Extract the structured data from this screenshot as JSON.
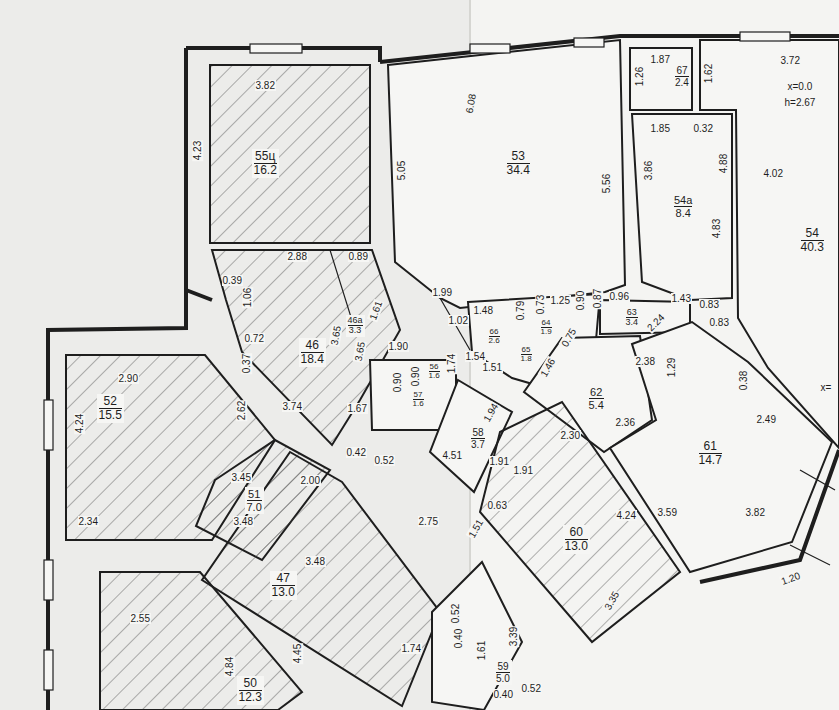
{
  "diagram": {
    "nodes": [
      {
        "text": [
          "55ц",
          "16.2"
        ]
      },
      {
        "text": [
          "53",
          "34.4"
        ]
      },
      {
        "text": [
          "67",
          "2.4"
        ]
      },
      {
        "text": [
          "54а",
          "8.4"
        ]
      },
      {
        "text": [
          "54",
          "40.3"
        ]
      },
      {
        "text": [
          "46а",
          "3.3"
        ]
      },
      {
        "text": [
          "46",
          "18.4"
        ]
      },
      {
        "text": [
          "56",
          "1.6"
        ]
      },
      {
        "text": [
          "57",
          "1.6"
        ]
      },
      {
        "text": [
          "66",
          "2.6"
        ]
      },
      {
        "text": [
          "64",
          "1.9"
        ]
      },
      {
        "text": [
          "65",
          "1.8"
        ]
      },
      {
        "text": [
          "63",
          "3.4"
        ]
      },
      {
        "text": [
          "62",
          "5.4"
        ]
      },
      {
        "text": [
          "58",
          "3.7"
        ]
      },
      {
        "text": [
          "61",
          "14.7"
        ]
      },
      {
        "text": [
          "60",
          "13.0"
        ]
      },
      {
        "text": [
          "52",
          "15.5"
        ]
      },
      {
        "text": [
          "51",
          "7.0"
        ]
      },
      {
        "text": [
          "47",
          "13.0"
        ]
      },
      {
        "text": [
          "59",
          "5.0"
        ]
      },
      {
        "text": [
          "50",
          "12.3"
        ]
      }
    ],
    "labels": [
      "3.82",
      "4.23",
      "6.08",
      "5.05",
      "1.87",
      "1.26",
      "1.62",
      "3.72",
      "x=0.0",
      "h=2.67",
      "1.85",
      "0.32",
      "5.56",
      "3.86",
      "4.88",
      "4.02",
      "4.83",
      "2.88",
      "0.89",
      "0.39",
      "1.06",
      "0.72",
      "0.37",
      "3.65",
      "3.65",
      "1.61",
      "1.99",
      "1.02",
      "1.48",
      "1.90",
      "0.90",
      "0.90",
      "1.74",
      "1.54",
      "1.51",
      "0.79",
      "0.73",
      "1.25",
      "0.90",
      "0.87",
      "0.96",
      "0.75",
      "1.46",
      "2.24",
      "1.43",
      "0.83",
      "0.83",
      "2.38",
      "1.29",
      "0.38",
      "2.49",
      "x=",
      "2.30",
      "2.36",
      "2.90",
      "2.62",
      "4.24",
      "3.74",
      "1.67",
      "0.42",
      "0.52",
      "4.51",
      "1.94",
      "1.91",
      "1.91",
      "3.45",
      "2.34",
      "2.00",
      "3.48",
      "3.48",
      "2.75",
      "0.63",
      "1.51",
      "4.24",
      "3.59",
      "3.82",
      "1.20",
      "3.35",
      "2.55",
      "4.84",
      "4.45",
      "1.74",
      "0.52",
      "0.40",
      "1.61",
      "3.39",
      "0.40",
      "0.52"
    ]
  }
}
